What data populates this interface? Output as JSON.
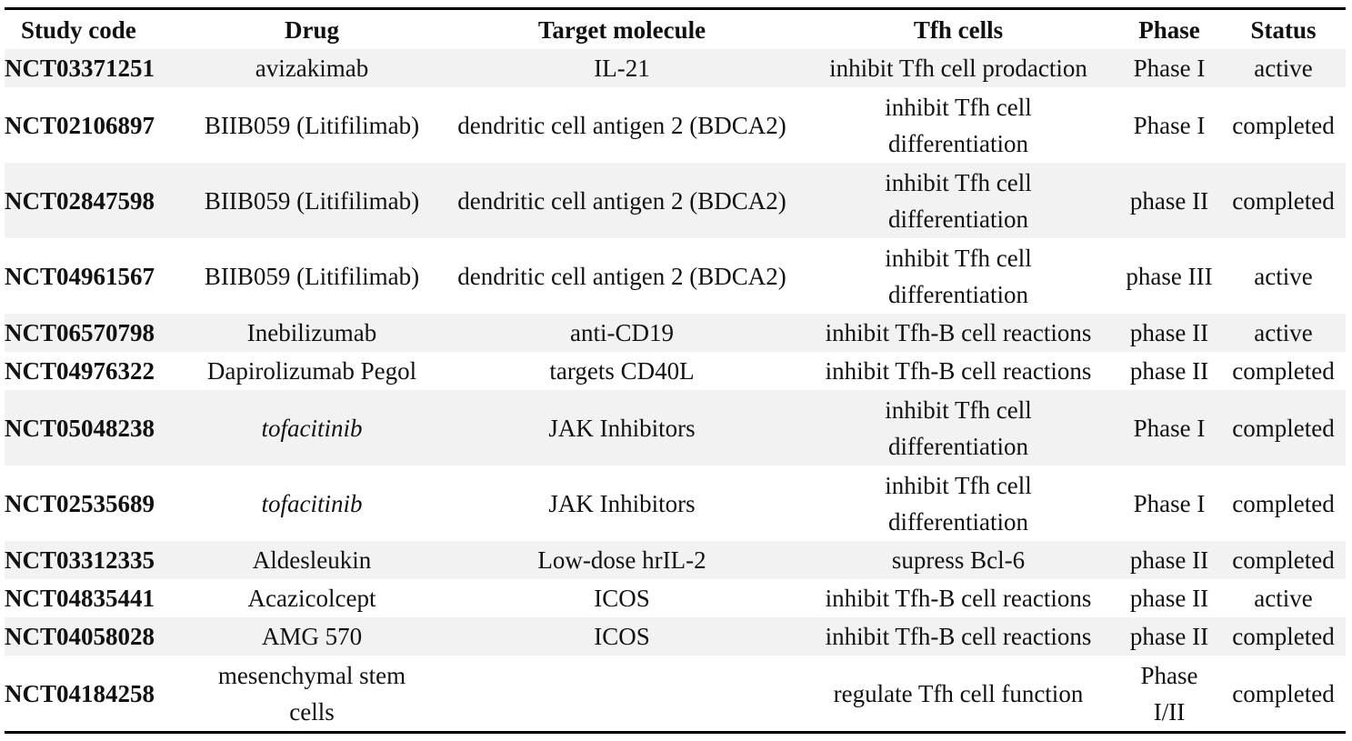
{
  "table": {
    "headers": [
      "Study code",
      "Drug",
      "Target molecule",
      "Tfh cells",
      "Phase",
      "Status"
    ],
    "rows": [
      {
        "study_code": "NCT03371251",
        "drug": "avizakimab",
        "drug_italic": false,
        "target": "IL-21",
        "tfh": "inhibit Tfh cell prodaction",
        "phase": "Phase I",
        "status": "active"
      },
      {
        "study_code": "NCT02106897",
        "drug": "BIIB059 (Litifilimab)",
        "drug_italic": false,
        "target": "dendritic cell antigen 2 (BDCA2)",
        "tfh": "inhibit Tfh cell differentiation",
        "phase": "Phase I",
        "status": "completed"
      },
      {
        "study_code": "NCT02847598",
        "drug": "BIIB059 (Litifilimab)",
        "drug_italic": false,
        "target": "dendritic cell antigen 2 (BDCA2)",
        "tfh": "inhibit Tfh cell differentiation",
        "phase": "phase II",
        "status": "completed"
      },
      {
        "study_code": "NCT04961567",
        "drug": "BIIB059 (Litifilimab)",
        "drug_italic": false,
        "target": "dendritic cell antigen 2 (BDCA2)",
        "tfh": "inhibit Tfh cell differentiation",
        "phase": "phase III",
        "status": "active"
      },
      {
        "study_code": "NCT06570798",
        "drug": "Inebilizumab",
        "drug_italic": false,
        "target": "anti-CD19",
        "tfh": "inhibit Tfh-B cell reactions",
        "phase": "phase II",
        "status": "active"
      },
      {
        "study_code": "NCT04976322",
        "drug": "Dapirolizumab Pegol",
        "drug_italic": false,
        "target": "targets CD40L",
        "tfh": "inhibit Tfh-B cell reactions",
        "phase": "phase II",
        "status": "completed"
      },
      {
        "study_code": "NCT05048238",
        "drug": "tofacitinib",
        "drug_italic": true,
        "target": "JAK Inhibitors",
        "tfh": "inhibit Tfh cell differentiation",
        "phase": "Phase I",
        "status": "completed"
      },
      {
        "study_code": "NCT02535689",
        "drug": "tofacitinib",
        "drug_italic": true,
        "target": "JAK Inhibitors",
        "tfh": "inhibit Tfh cell differentiation",
        "phase": "Phase I",
        "status": "completed"
      },
      {
        "study_code": "NCT03312335",
        "drug": "Aldesleukin",
        "drug_italic": false,
        "target": "Low-dose hrIL-2",
        "tfh": "supress Bcl-6",
        "phase": "phase II",
        "status": "completed"
      },
      {
        "study_code": "NCT04835441",
        "drug": "Acazicolcept",
        "drug_italic": false,
        "target": "ICOS",
        "tfh": "inhibit Tfh-B cell reactions",
        "phase": "phase II",
        "status": "active"
      },
      {
        "study_code": "NCT04058028",
        "drug": "AMG 570",
        "drug_italic": false,
        "target": "ICOS",
        "tfh": "inhibit Tfh-B cell reactions",
        "phase": "phase II",
        "status": "completed"
      },
      {
        "study_code": "NCT04184258",
        "drug": "mesenchymal stem cells",
        "drug_italic": false,
        "target": "",
        "tfh": "regulate Tfh cell function",
        "phase": "Phase I/II",
        "status": "completed"
      }
    ]
  }
}
